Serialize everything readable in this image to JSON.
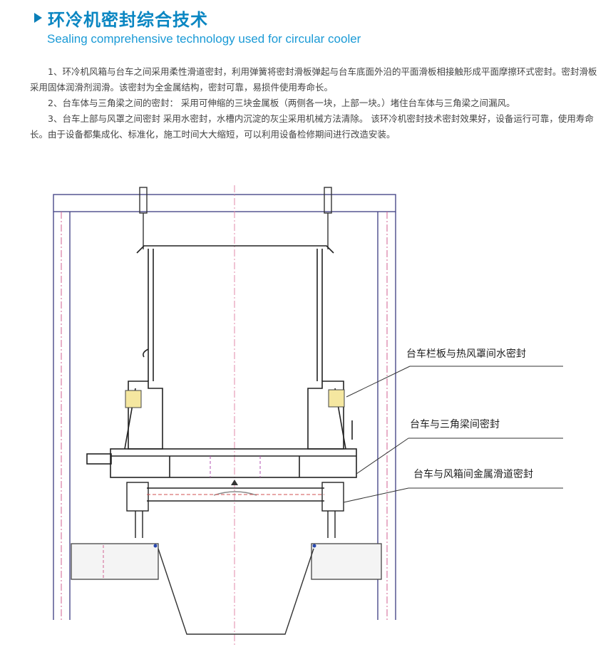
{
  "header": {
    "title": "环冷机密封综合技术",
    "subtitle": "Sealing comprehensive technology used for circular cooler"
  },
  "paragraphs": [
    "1、环冷机风箱与台车之间采用柔性滑道密封，利用弹簧将密封滑板弹起与台车底面外沿的平面滑板相接触形成平面摩擦环式密封。密封滑板采用固体润滑剂润滑。该密封为全金属结构，密封可靠，易损件使用寿命长。",
    "2、台车体与三角梁之间的密封： 采用可伸缩的三块金属板（两侧各一块，上部一块。）堵住台车体与三角梁之间漏风。",
    "3、台车上部与风罩之间密封 采用水密封，水槽内沉淀的灰尘采用机械方法清除。 该环冷机密封技术密封效果好，设备运行可靠，使用寿命长。由于设备都集成化、标准化，施工时间大大缩短，可以利用设备检修期间进行改造安装。"
  ],
  "diagram": {
    "callouts": [
      "台车栏板与热风罩间水密封",
      "台车与三角梁间密封",
      "台车与风箱间金属滑道密封"
    ]
  }
}
